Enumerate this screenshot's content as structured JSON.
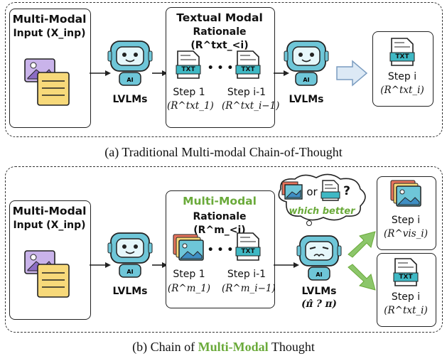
{
  "panel_a": {
    "input_title": "Multi-Modal",
    "input_title2": "Input (X_inp)",
    "lvlm1": "LVLMs",
    "rationale_title": "Textual Modal",
    "rationale_title2": "Rationale (R^txt_<i)",
    "step1": "Step 1",
    "step1_math": "(R^txt_1)",
    "stepi1": "Step i-1",
    "stepi1_math": "(R^txt_i−1)",
    "lvlm2": "LVLMs",
    "out_step": "Step i",
    "out_math": "(R^txt_i)",
    "dots": "• • •",
    "txt_tag": "TXT",
    "caption": "(a) Traditional Multi-modal Chain-of-Thought"
  },
  "panel_b": {
    "input_title": "Multi-Modal",
    "input_title2": "Input (X_inp)",
    "lvlm1": "LVLMs",
    "rationale_title": "Multi-Modal",
    "rationale_title2": "Rationale (R^m_<i)",
    "step1": "Step 1",
    "step1_math": "(R^m_1)",
    "stepi1": "Step i-1",
    "stepi1_math": "(R^m_i−1)",
    "lvlm2": "LVLMs",
    "lvlm2_sub": "(π̂ ? π)",
    "thought_or": "or",
    "thought_q": "?",
    "thought_which": "which better",
    "out1_step": "Step i",
    "out1_math": "(R^vis_i)",
    "out2_step": "Step i",
    "out2_math": "(R^txt_i)",
    "dots": "• • •",
    "txt_tag": "TXT",
    "caption_pre": "(b) Chain of ",
    "caption_green": "Multi-Modal",
    "caption_post": " Thought"
  },
  "colors": {
    "green": "#6aaa3a",
    "robot": "#6ec6d8",
    "doc": "#f7d97a",
    "img": "#b79ad6",
    "txt": "#3fb8c4"
  }
}
